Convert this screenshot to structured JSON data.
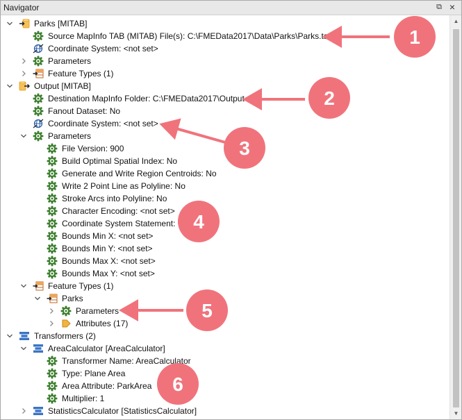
{
  "panel": {
    "title": "Navigator",
    "float_glyph": "⧉",
    "close_glyph": "×"
  },
  "tree": {
    "rows": [
      {
        "name": "tree-item-parks-reader",
        "level": 0,
        "twisty": "open",
        "icon": "reader-icon",
        "label": "Parks [MITAB]"
      },
      {
        "name": "tree-item-source-dataset",
        "level": 1,
        "twisty": "none",
        "icon": "gear-icon",
        "label": "Source MapInfo TAB (MITAB) File(s): C:\\FMEData2017\\Data\\Parks\\Parks.tab"
      },
      {
        "name": "tree-item-reader-coord-system",
        "level": 1,
        "twisty": "none",
        "icon": "globe-icon",
        "label": "Coordinate System: <not set>"
      },
      {
        "name": "tree-item-reader-parameters",
        "level": 1,
        "twisty": "closed",
        "icon": "gear-icon",
        "label": "Parameters"
      },
      {
        "name": "tree-item-reader-feature-types",
        "level": 1,
        "twisty": "closed",
        "icon": "feature-type-icon",
        "label": "Feature Types (1)"
      },
      {
        "name": "tree-item-output-writer",
        "level": 0,
        "twisty": "open",
        "icon": "writer-icon",
        "label": "Output [MITAB]"
      },
      {
        "name": "tree-item-destination-folder",
        "level": 1,
        "twisty": "none",
        "icon": "gear-icon",
        "label": "Destination MapInfo Folder: C:\\FMEData2017\\Output"
      },
      {
        "name": "tree-item-fanout-dataset",
        "level": 1,
        "twisty": "none",
        "icon": "gear-icon",
        "label": "Fanout Dataset: No"
      },
      {
        "name": "tree-item-writer-coord-system",
        "level": 1,
        "twisty": "none",
        "icon": "globe-icon",
        "label": "Coordinate System: <not set>"
      },
      {
        "name": "tree-item-writer-parameters",
        "level": 1,
        "twisty": "open",
        "icon": "gear-icon",
        "label": "Parameters"
      },
      {
        "name": "tree-item-file-version",
        "level": 2,
        "twisty": "none",
        "icon": "gear-icon",
        "label": "File Version: 900"
      },
      {
        "name": "tree-item-spatial-index",
        "level": 2,
        "twisty": "none",
        "icon": "gear-icon",
        "label": "Build Optimal Spatial Index: No"
      },
      {
        "name": "tree-item-region-centroids",
        "level": 2,
        "twisty": "none",
        "icon": "gear-icon",
        "label": "Generate and Write Region Centroids: No"
      },
      {
        "name": "tree-item-two-point-line",
        "level": 2,
        "twisty": "none",
        "icon": "gear-icon",
        "label": "Write 2 Point Line as Polyline: No"
      },
      {
        "name": "tree-item-stroke-arcs",
        "level": 2,
        "twisty": "none",
        "icon": "gear-icon",
        "label": "Stroke Arcs into Polyline: No"
      },
      {
        "name": "tree-item-character-encoding",
        "level": 2,
        "twisty": "none",
        "icon": "gear-icon",
        "label": "Character Encoding: <not set>"
      },
      {
        "name": "tree-item-coord-system-statement",
        "level": 2,
        "twisty": "none",
        "icon": "gear-icon",
        "label": "Coordinate System Statement: <"
      },
      {
        "name": "tree-item-bounds-min-x",
        "level": 2,
        "twisty": "none",
        "icon": "gear-icon",
        "label": "Bounds Min X: <not set>"
      },
      {
        "name": "tree-item-bounds-min-y",
        "level": 2,
        "twisty": "none",
        "icon": "gear-icon",
        "label": "Bounds Min Y: <not set>"
      },
      {
        "name": "tree-item-bounds-max-x",
        "level": 2,
        "twisty": "none",
        "icon": "gear-icon",
        "label": "Bounds Max X: <not set>"
      },
      {
        "name": "tree-item-bounds-max-y",
        "level": 2,
        "twisty": "none",
        "icon": "gear-icon",
        "label": "Bounds Max Y: <not set>"
      },
      {
        "name": "tree-item-writer-feature-types",
        "level": 1,
        "twisty": "open",
        "icon": "feature-type-icon",
        "label": "Feature Types (1)"
      },
      {
        "name": "tree-item-parks-feature-type",
        "level": 2,
        "twisty": "open",
        "icon": "feature-type-icon",
        "label": "Parks"
      },
      {
        "name": "tree-item-parks-parameters",
        "level": 3,
        "twisty": "closed",
        "icon": "gear-icon",
        "label": "Parameters"
      },
      {
        "name": "tree-item-parks-attributes",
        "level": 3,
        "twisty": "closed",
        "icon": "attributes-icon",
        "label": "Attributes (17)"
      },
      {
        "name": "tree-item-transformers",
        "level": 0,
        "twisty": "open",
        "icon": "transformer-icon",
        "label": "Transformers (2)"
      },
      {
        "name": "tree-item-area-calculator",
        "level": 1,
        "twisty": "open",
        "icon": "transformer-icon",
        "label": "AreaCalculator [AreaCalculator]"
      },
      {
        "name": "tree-item-transformer-name",
        "level": 2,
        "twisty": "none",
        "icon": "gear-icon",
        "label": "Transformer Name: AreaCalculator"
      },
      {
        "name": "tree-item-type",
        "level": 2,
        "twisty": "none",
        "icon": "gear-icon",
        "label": "Type: Plane Area"
      },
      {
        "name": "tree-item-area-attribute",
        "level": 2,
        "twisty": "none",
        "icon": "gear-icon",
        "label": "Area Attribute: ParkArea"
      },
      {
        "name": "tree-item-multiplier",
        "level": 2,
        "twisty": "none",
        "icon": "gear-icon",
        "label": "Multiplier: 1"
      },
      {
        "name": "tree-item-statistics-calculator",
        "level": 1,
        "twisty": "closed",
        "icon": "transformer-icon",
        "label": "StatisticsCalculator [StatisticsCalculator]"
      }
    ]
  },
  "callouts": [
    {
      "number": "1"
    },
    {
      "number": "2"
    },
    {
      "number": "3"
    },
    {
      "number": "4"
    },
    {
      "number": "5"
    },
    {
      "number": "6"
    }
  ],
  "colors": {
    "callout": "#f0737c",
    "gear": "#3b7d2e",
    "gear_light": "#e8f3e2",
    "globe": "#2b5fa8",
    "writer": "#e8a72e",
    "transformer": "#3b74c4",
    "twisty": "#555555"
  }
}
